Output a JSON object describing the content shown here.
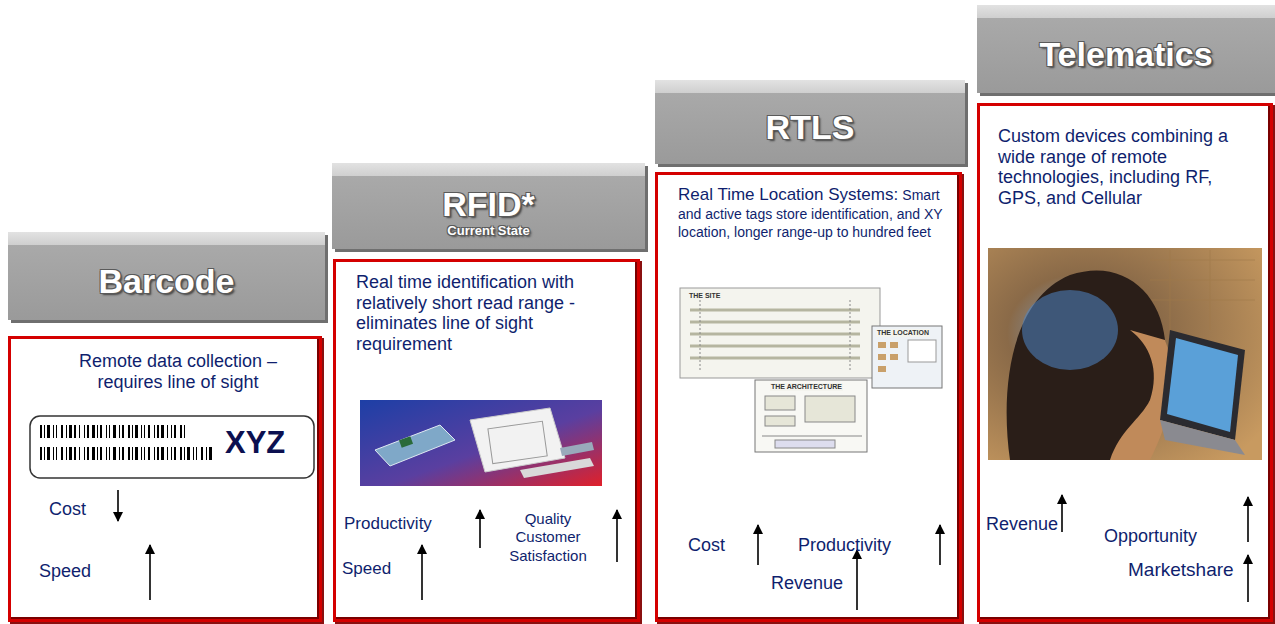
{
  "diagram": {
    "nodes": [
      {
        "text": [
          "Barcode"
        ]
      },
      {
        "text": [
          "Remote data collection – requires line of sight",
          "XYZ",
          "Cost",
          "Speed"
        ]
      },
      {
        "text": [
          "RFID*",
          "Current State"
        ]
      },
      {
        "text": [
          "Real time identification with relatively short read range - eliminates line of sight requirement",
          "Productivity",
          "Quality Customer Satisfaction",
          "Speed"
        ]
      },
      {
        "text": [
          "RTLS"
        ]
      },
      {
        "text": [
          "Real Time Location Systems:",
          "Smart and active tags store identification, and XY location, longer range-up to hundred feet",
          "Cost",
          "Productivity",
          "Revenue"
        ]
      },
      {
        "text": [
          "Telematics"
        ]
      },
      {
        "text": [
          "Custom devices combining a wide range of remote technologies, including RF, GPS, and Cellular",
          "Revenue",
          "Opportunity",
          "Marketshare"
        ]
      }
    ],
    "labels": [
      "THE SITE",
      "THE LOCATION",
      "THE ARCHITECTURE"
    ]
  }
}
